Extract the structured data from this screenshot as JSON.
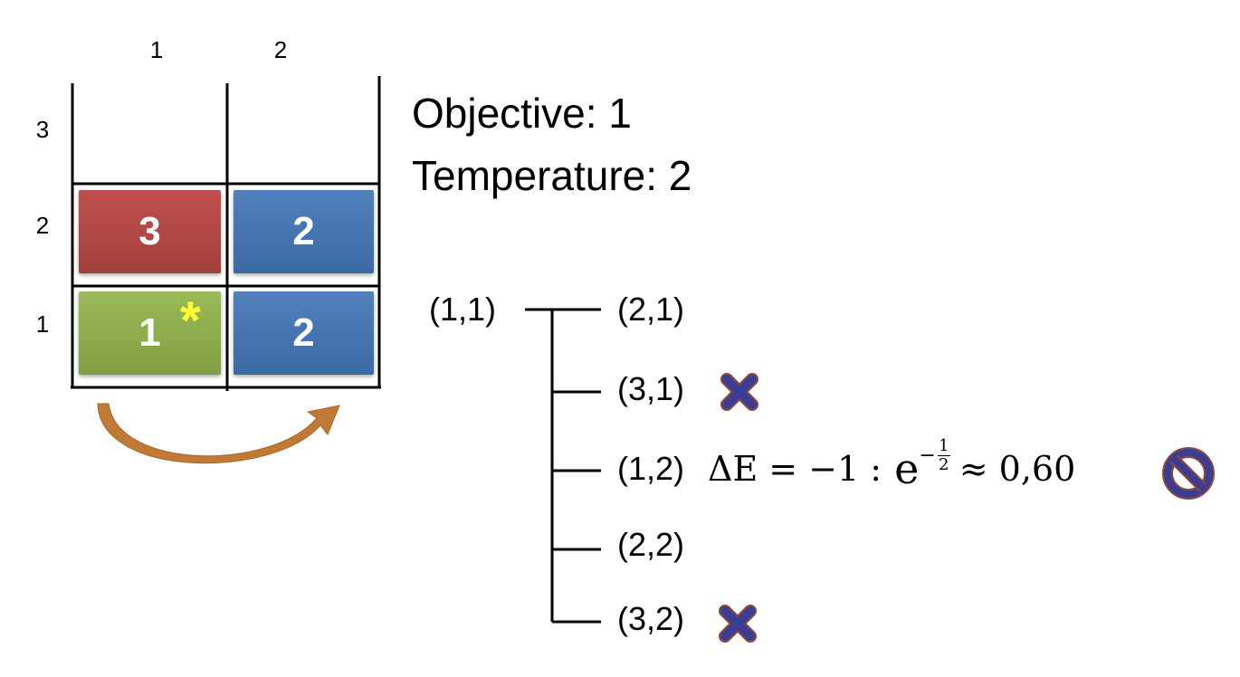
{
  "grid": {
    "column_labels": [
      "1",
      "2"
    ],
    "row_labels": [
      "3",
      "2",
      "1"
    ],
    "blocks": [
      {
        "column": 1,
        "row": 2,
        "value": "3",
        "color": "#c0504d"
      },
      {
        "column": 2,
        "row": 2,
        "value": "2",
        "color": "#4f81bd"
      },
      {
        "column": 1,
        "row": 1,
        "value": "1",
        "color": "#9bbb59"
      },
      {
        "column": 2,
        "row": 1,
        "value": "2",
        "color": "#4f81bd"
      }
    ],
    "marker": "*",
    "arrow_color": "#c07a35"
  },
  "info": {
    "objective": "Objective: 1",
    "temperature": "Temperature: 2"
  },
  "tree": {
    "root": "(1,1)",
    "children": [
      "(2,1)",
      "(3,1)",
      "(1,2)",
      "(2,2)",
      "(3,2)"
    ]
  },
  "formula": {
    "lhs": "ΔE = −1 :",
    "base": "e",
    "exponent_sign": "−",
    "exponent_num": "1",
    "exponent_den": "2",
    "approx": "≈ 0,60"
  },
  "icons": {
    "cross_color": "#3a3d92",
    "prohibit_color": "#3a3d92",
    "prohibit_outline": "#8b4a3a"
  }
}
